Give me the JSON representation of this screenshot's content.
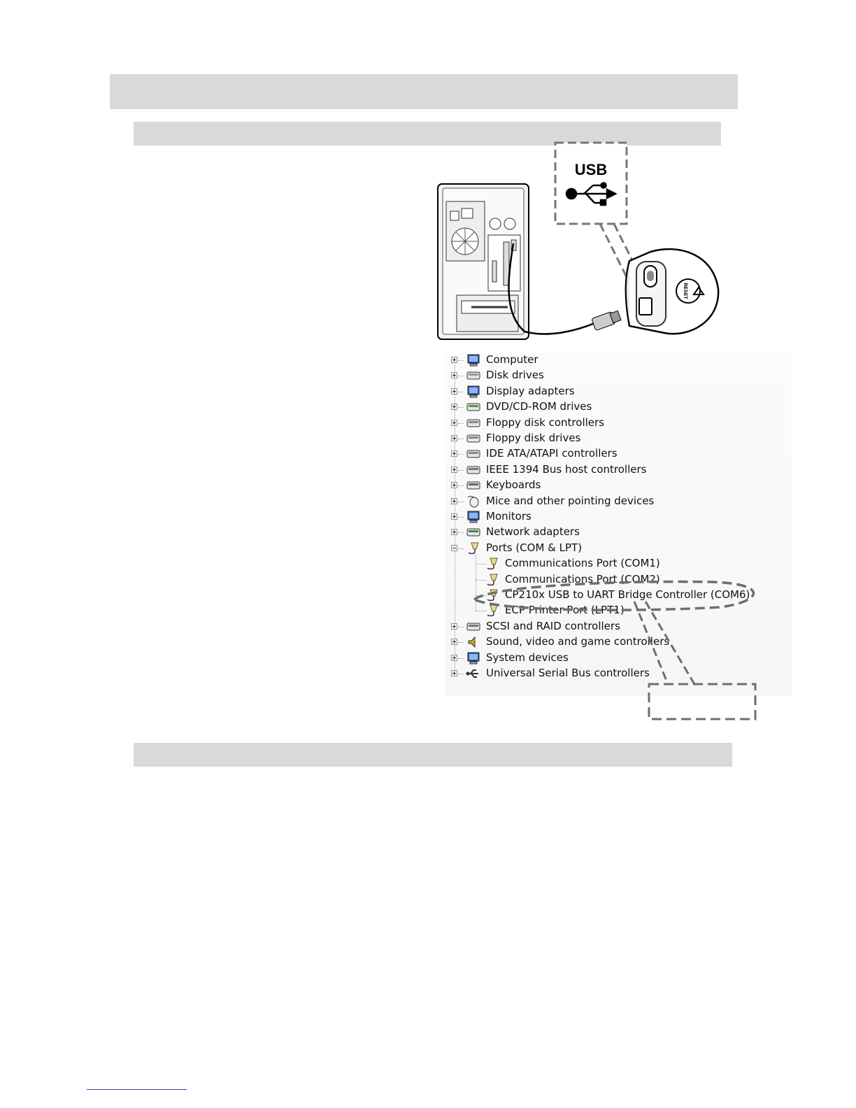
{
  "illustration": {
    "usb_label": "USB",
    "device_button_label": "RESET"
  },
  "device_manager": {
    "categories": [
      {
        "label": "Computer",
        "icon": "computer-icon",
        "expanded": false
      },
      {
        "label": "Disk drives",
        "icon": "disk-drive-icon",
        "expanded": false
      },
      {
        "label": "Display adapters",
        "icon": "display-adapter-icon",
        "expanded": false
      },
      {
        "label": "DVD/CD-ROM drives",
        "icon": "dvd-drive-icon",
        "expanded": false
      },
      {
        "label": "Floppy disk controllers",
        "icon": "floppy-controller-icon",
        "expanded": false
      },
      {
        "label": "Floppy disk drives",
        "icon": "floppy-drive-icon",
        "expanded": false
      },
      {
        "label": "IDE ATA/ATAPI controllers",
        "icon": "ide-controller-icon",
        "expanded": false
      },
      {
        "label": "IEEE 1394 Bus host controllers",
        "icon": "ieee1394-icon",
        "expanded": false
      },
      {
        "label": "Keyboards",
        "icon": "keyboard-icon",
        "expanded": false
      },
      {
        "label": "Mice and other pointing devices",
        "icon": "mouse-icon",
        "expanded": false
      },
      {
        "label": "Monitors",
        "icon": "monitor-icon",
        "expanded": false
      },
      {
        "label": "Network adapters",
        "icon": "network-adapter-icon",
        "expanded": false
      },
      {
        "label": "Ports (COM & LPT)",
        "icon": "port-icon",
        "expanded": true
      }
    ],
    "ports_children": [
      {
        "label": "Communications Port (COM1)",
        "icon": "port-icon"
      },
      {
        "label": "Communications Port (COM2)",
        "icon": "port-icon"
      },
      {
        "label": "CP210x USB to UART Bridge Controller (COM6)",
        "icon": "port-icon",
        "highlighted": true
      },
      {
        "label": "ECP Printer Port (LPT1)",
        "icon": "port-icon"
      }
    ],
    "categories_after": [
      {
        "label": "SCSI and RAID controllers",
        "icon": "scsi-controller-icon",
        "expanded": false
      },
      {
        "label": "Sound, video and game controllers",
        "icon": "sound-icon",
        "expanded": false
      },
      {
        "label": "System devices",
        "icon": "system-device-icon",
        "expanded": false
      },
      {
        "label": "Universal Serial Bus controllers",
        "icon": "usb-controller-icon",
        "expanded": false
      }
    ]
  }
}
